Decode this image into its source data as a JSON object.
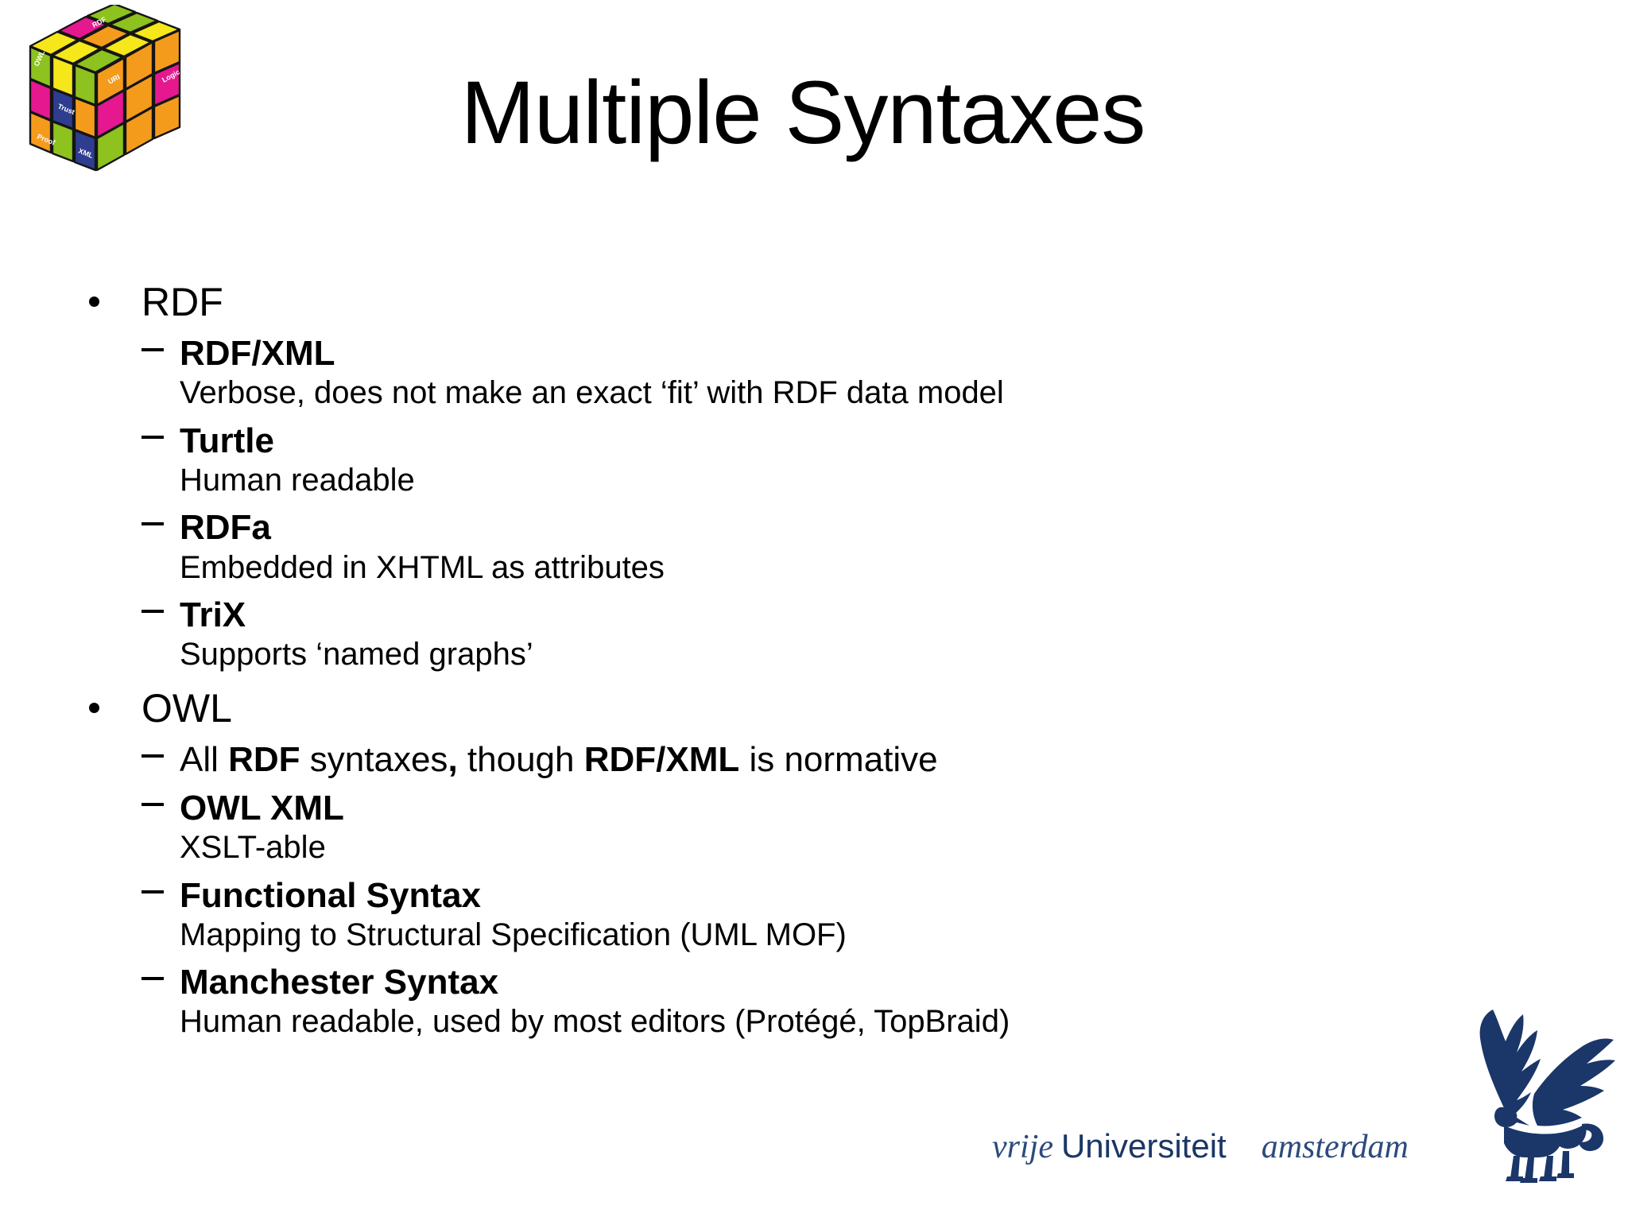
{
  "slide": {
    "title": "Multiple Syntaxes",
    "cube": {
      "alt": "semantic-web-layer-cube",
      "face_labels": [
        "OWL",
        "RDF",
        "URI",
        "Logic",
        "Trust",
        "Proof",
        "XML"
      ],
      "colors": {
        "yellow": "#f5e71a",
        "green": "#8dc21f",
        "orange": "#f59b1c",
        "magenta": "#e5188f",
        "blue": "#2e3d8f",
        "outline": "#1a1a1a"
      }
    },
    "content": [
      {
        "label": "RDF",
        "items": [
          {
            "head": "RDF/XML",
            "bold_head": true,
            "desc": "Verbose, does not make an exact ‘fit’ with RDF data model"
          },
          {
            "head": "Turtle",
            "bold_head": true,
            "desc": "Human readable"
          },
          {
            "head": "RDFa",
            "bold_head": true,
            "desc": "Embedded in XHTML as attributes"
          },
          {
            "head": "TriX",
            "bold_head": true,
            "desc": "Supports ‘named graphs’"
          }
        ]
      },
      {
        "label": "OWL",
        "items": [
          {
            "head_html": "All <b>RDF</b> syntaxes<b>,</b> though <b>RDF/XML</b> is normative",
            "bold_head": false,
            "desc": ""
          },
          {
            "head": "OWL XML",
            "bold_head": true,
            "desc": "XSLT-able"
          },
          {
            "head": "Functional Syntax",
            "bold_head": true,
            "desc": "Mapping to Structural Specification (UML MOF)"
          },
          {
            "head": "Manchester Syntax",
            "bold_head": true,
            "desc": "Human readable, used by most editors (Protégé, TopBraid)"
          }
        ]
      }
    ],
    "branding": {
      "vrije": "vrije",
      "universiteit": "Universiteit",
      "amsterdam": "amsterdam",
      "logo": "griffin-icon",
      "color": "#1b3668"
    }
  }
}
